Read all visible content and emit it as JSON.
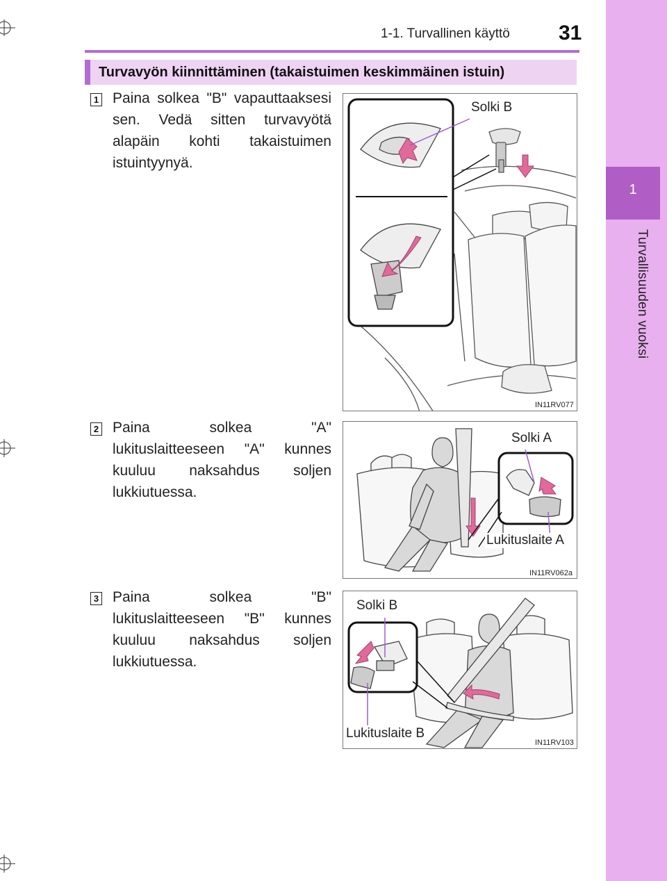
{
  "header": {
    "section": "1-1. Turvallinen käyttö",
    "page_number": "31"
  },
  "side_tab": {
    "chapter_number": "1",
    "chapter_title": "Turvallisuuden vuoksi"
  },
  "section_title": "Turvavyön kiinnittäminen (takaistuimen keskimmäinen istuin)",
  "steps": [
    {
      "number": "1",
      "text": "Paina solkea \"B\" vapauttaaksesi sen. Vedä sitten turvavyötä alapäin kohti takaistuimen istuintyynyä.",
      "figure": {
        "labels": [
          "Solki B"
        ],
        "code": "IN11RV077"
      }
    },
    {
      "number": "2",
      "text": "Paina solkea \"A\" lukituslaitteeseen \"A\" kunnes kuuluu naksahdus soljen lukkiutuessa.",
      "figure": {
        "labels": [
          "Solki A",
          "Lukituslaite A"
        ],
        "code": "IN11RV062a"
      }
    },
    {
      "number": "3",
      "text": "Paina solkea \"B\" lukituslaitteeseen \"B\" kunnes kuuluu naksahdus soljen lukkiutuessa.",
      "figure": {
        "labels": [
          "Solki B",
          "Lukituslaite B"
        ],
        "code": "IN11RV103"
      }
    }
  ],
  "colors": {
    "accent": "#b36bd6",
    "tab_light": "#e8b0ee",
    "tab_dark": "#b05ec6",
    "banner_bg": "#efd3f3",
    "arrow": "#e06a9a",
    "leader": "#9b5fd0"
  }
}
